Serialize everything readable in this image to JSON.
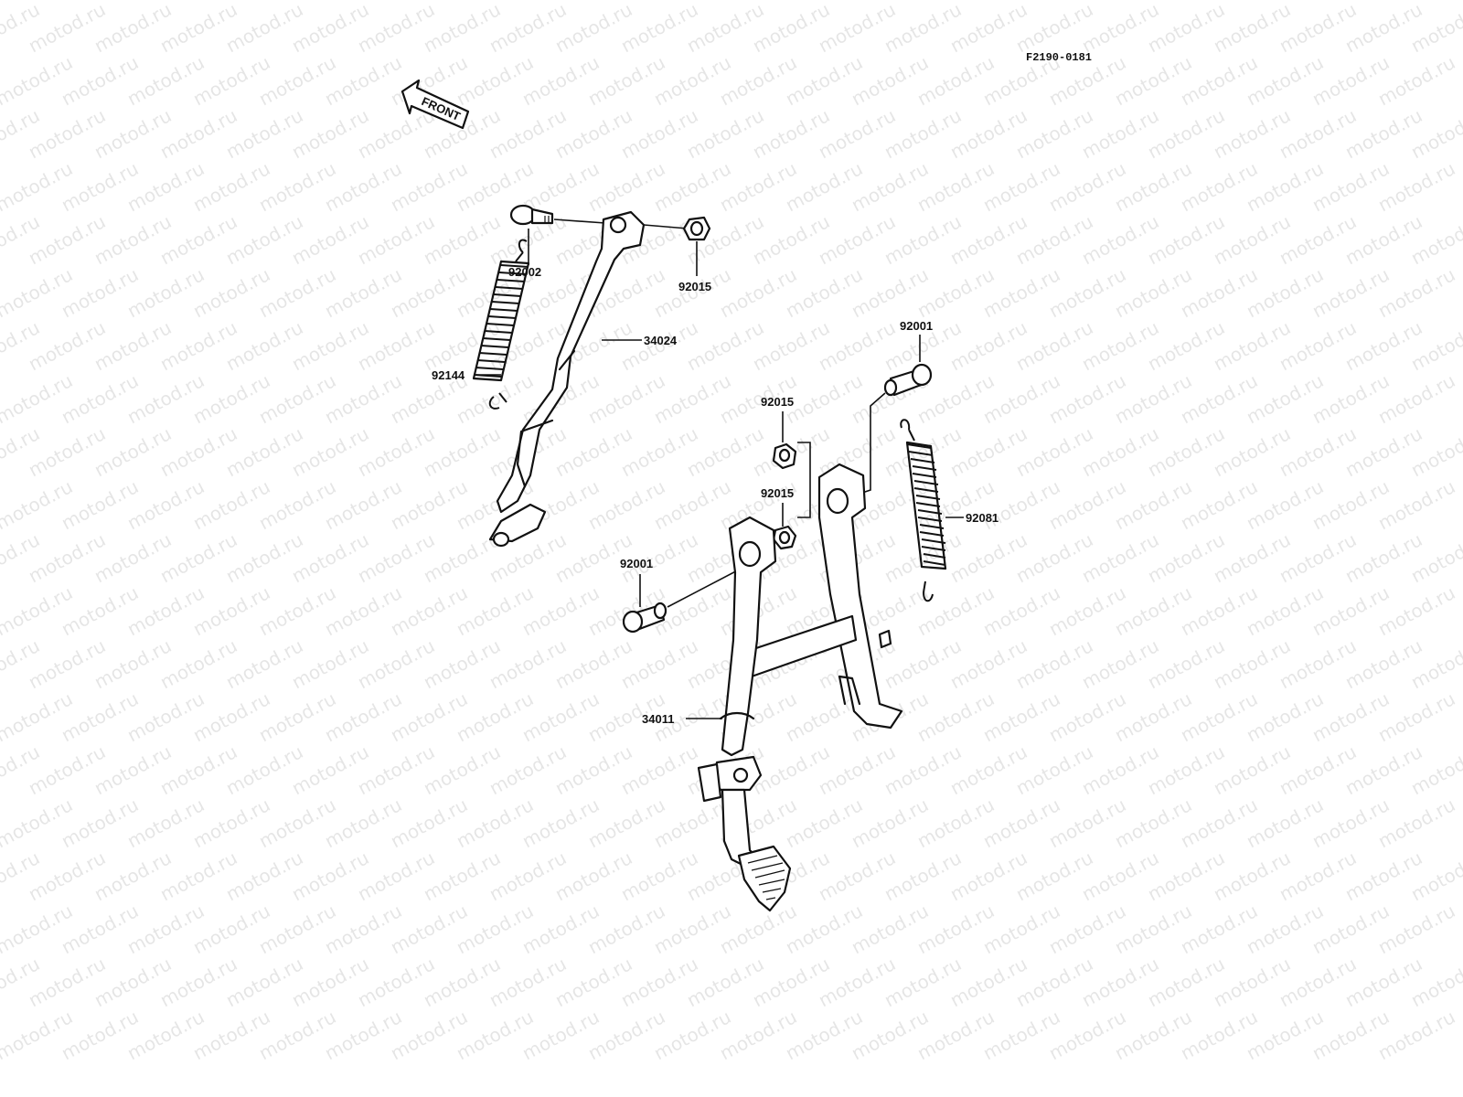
{
  "diagram_code": "F2190-0181",
  "front_marker": "FRONT",
  "watermark_text": "motod.ru",
  "callouts": {
    "bolt_side_stand": "92002",
    "nut_side_stand": "92015",
    "side_stand": "34024",
    "spring_side_stand": "92144",
    "bolt_main_right": "92001",
    "nut_main_upper": "92015",
    "nut_main_lower": "92015",
    "spring_main": "92081",
    "bolt_main_left": "92001",
    "main_stand": "34011"
  }
}
